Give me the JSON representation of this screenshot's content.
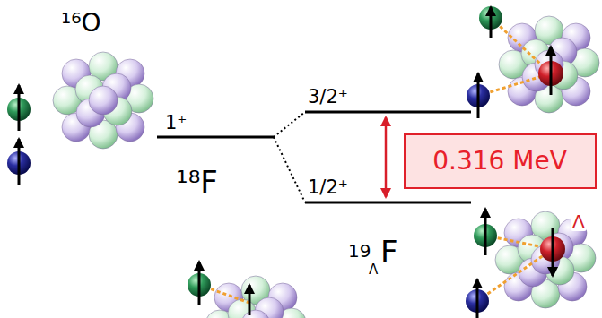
{
  "diagram": {
    "nodes": [
      {
        "text": [
          "0.316 MeV"
        ]
      }
    ],
    "labels": [
      "¹⁶O",
      "3/2⁺",
      "1⁺",
      "¹⁸F",
      "1/2⁺",
      "Λ",
      "19",
      "Λ",
      "F"
    ]
  }
}
